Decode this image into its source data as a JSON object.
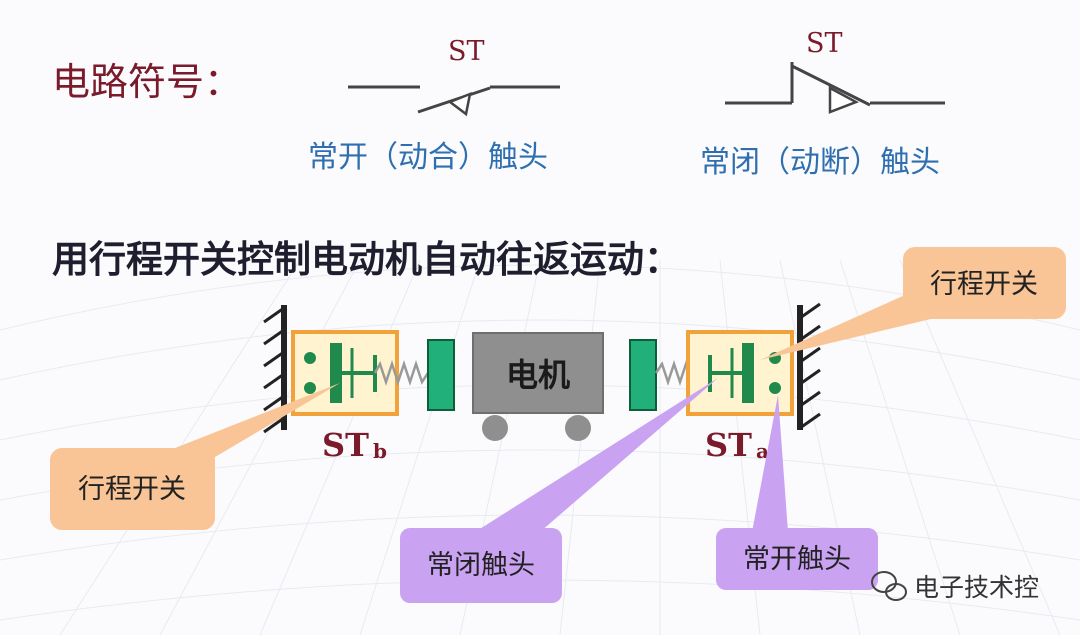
{
  "symbols": {
    "heading": "电路符号：",
    "no_contact": {
      "tag": "ST",
      "caption": "常开（动合）触头"
    },
    "nc_contact": {
      "tag": "ST",
      "caption": "常闭（动断）触头"
    }
  },
  "control": {
    "heading": "用行程开关控制电动机自动往返运动：",
    "motor_label": "电机",
    "switch_b": {
      "name": "ST",
      "sub": "b"
    },
    "switch_a": {
      "name": "ST",
      "sub": "a"
    }
  },
  "callouts": {
    "travel_switch_right": "行程开关",
    "travel_switch_left": "行程开关",
    "nc_contact": "常闭触头",
    "no_contact": "常开触头"
  },
  "watermark": "电子技术控",
  "colors": {
    "heading_red": "#7a1a2a",
    "caption_blue": "#2f6fb0",
    "heading_dark": "#1e1e2e",
    "switch_box": "#f2a23a",
    "switch_fill": "#fff4cf",
    "contact_green": "#1f8a4c",
    "block_green": "#22b07a",
    "motor_gray": "#8f8f8f",
    "callout_orange": "#f9c596",
    "callout_purple": "#c9a3f2",
    "wall": "#222222"
  }
}
